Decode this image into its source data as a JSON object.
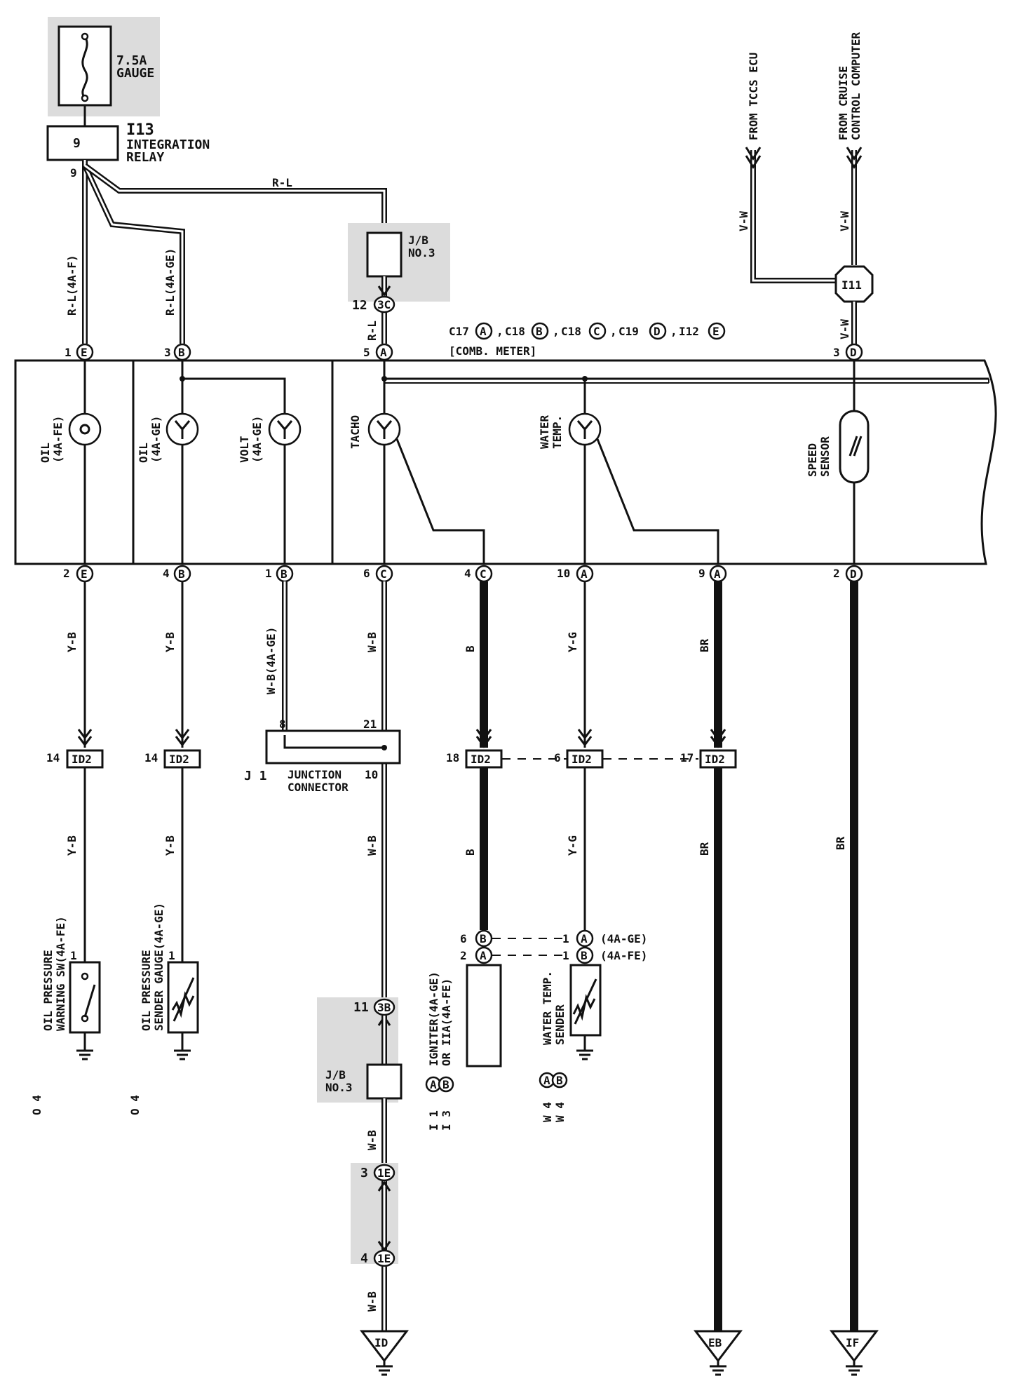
{
  "fuse": {
    "rating": "7.5A",
    "name": "GAUGE"
  },
  "relay": {
    "code": "I13",
    "pin": "9",
    "name_line1": "INTEGRATION",
    "name_line2": "RELAY",
    "out_pin": "9"
  },
  "wires": {
    "rl_4af": "R-L(4A-F)",
    "rl_4age": "R-L(4A-GE)",
    "rl_top": "R-L",
    "rl_short": "R-L",
    "vw_left": "V-W",
    "vw_right": "V-W",
    "vw_lower": "V-W",
    "yb1": "Y-B",
    "yb2": "Y-B",
    "yb3": "Y-B",
    "yb4": "Y-B",
    "wb_4age": "W-B(4A-GE)",
    "wb1": "W-B",
    "wb2": "W-B",
    "wb3": "W-B",
    "wb4": "W-B",
    "b1": "B",
    "b2": "B",
    "yg1": "Y-G",
    "yg2": "Y-G",
    "br1": "BR",
    "br2": "BR",
    "br3": "BR"
  },
  "jb_top": {
    "line1": "J/B",
    "line2": "NO.3",
    "pin": "12",
    "conn": "3C"
  },
  "jb_bottom": {
    "line1": "J/B",
    "line2": "NO.3",
    "pin": "11",
    "conn": "3B"
  },
  "ie_connectors": [
    {
      "pin": "3",
      "conn": "1E"
    },
    {
      "pin": "4",
      "conn": "1E"
    }
  ],
  "meter": {
    "connectors_label": "C17",
    "legend": [
      {
        "code": "C17",
        "letter": "A"
      },
      {
        "code": "C18",
        "letter": "B"
      },
      {
        "code": "C18",
        "letter": "C"
      },
      {
        "code": "C19",
        "letter": "D"
      },
      {
        "code": "I12",
        "letter": "E"
      }
    ],
    "name": "[COMB. METER]",
    "top_pins": [
      {
        "pin": "1",
        "letter": "E"
      },
      {
        "pin": "3",
        "letter": "B"
      },
      {
        "pin": "5",
        "letter": "A"
      },
      {
        "pin": "3",
        "letter": "D"
      }
    ],
    "bottom_pins": [
      {
        "pin": "2",
        "letter": "E"
      },
      {
        "pin": "4",
        "letter": "B"
      },
      {
        "pin": "1",
        "letter": "B"
      },
      {
        "pin": "6",
        "letter": "C"
      },
      {
        "pin": "4",
        "letter": "C"
      },
      {
        "pin": "10",
        "letter": "A"
      },
      {
        "pin": "9",
        "letter": "A"
      },
      {
        "pin": "2",
        "letter": "D"
      }
    ],
    "gauges": {
      "oil_4afe_a": "OIL",
      "oil_4afe_b": "(4A-FE)",
      "oil_4age_a": "OIL",
      "oil_4age_b": "(4A-GE)",
      "volt_a": "VOLT",
      "volt_b": "(4A-GE)",
      "tacho": "TACHO",
      "water_a": "WATER",
      "water_b": "TEMP.",
      "speed_a": "SPEED",
      "speed_b": "SENSOR"
    }
  },
  "sources": {
    "tccs_line1": "FROM TCCS ECU",
    "cruise_line1": "FROM CRUISE",
    "cruise_line2": "CONTROL COMPUTER",
    "i11": "I11"
  },
  "id2": {
    "label": "ID2",
    "pins": [
      "14",
      "14",
      "18",
      "6",
      "17"
    ]
  },
  "junction": {
    "code": "J 1",
    "name_line1": "JUNCTION",
    "name_line2": "CONNECTOR",
    "pin_in": "8",
    "pin_out": "21",
    "pin_bottom": "10"
  },
  "components": {
    "o4_sw_code": "O 4",
    "o4_sw_line1": "OIL PRESSURE",
    "o4_sw_line2": "WARNING SW(4A-FE)",
    "o4_sw_pin": "1",
    "o4_sender_code": "O 4",
    "o4_sender_line1": "OIL PRESSURE",
    "o4_sender_line2": "SENDER GAUGE(4A-GE)",
    "o4_sender_pin": "1",
    "igniter_line1": "IGNITER(4A-GE)",
    "igniter_line2": "OR IIA(4A-FE)",
    "igniter_code1": "I 1",
    "igniter_letter1": "A",
    "igniter_code2": "I 3",
    "igniter_letter2": "B",
    "igniter_pins": [
      {
        "pin": "6",
        "letter": "B"
      },
      {
        "pin": "2",
        "letter": "A"
      }
    ],
    "water_sender_line1": "WATER TEMP.",
    "water_sender_line2": "SENDER",
    "water_code1": "W 4",
    "water_letter1": "A",
    "water_code2": "W 4",
    "water_letter2": "B",
    "water_pins": [
      {
        "pin": "1",
        "letter": "A",
        "note": "(4A-GE)"
      },
      {
        "pin": "1",
        "letter": "B",
        "note": "(4A-FE)"
      }
    ]
  },
  "grounds": [
    "ID",
    "EB",
    "IF"
  ]
}
